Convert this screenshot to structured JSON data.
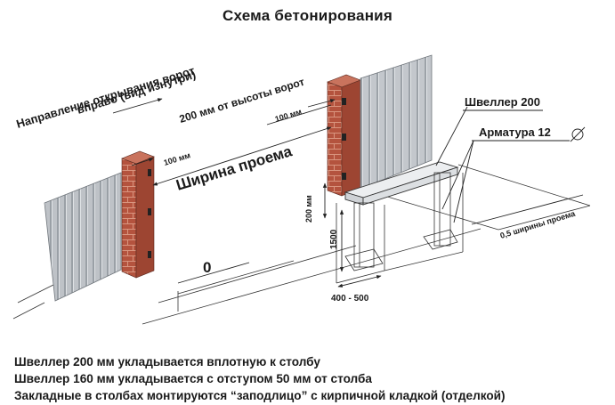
{
  "title": "Схема бетонирования",
  "labels": {
    "direction_line1": "Направление открывания ворот",
    "direction_line2": "вправо (вид изнутри)",
    "from_gate_height": "200 мм от высоты ворот",
    "dim_100_right": "100 мм",
    "dim_100_left": "100 мм",
    "opening_width": "Ширина проема",
    "dim_200_vertical": "200 мм",
    "dim_1500": "1500",
    "dim_400_500": "400 - 500",
    "zero_mark": "0",
    "channel_200": "Швеллер 200",
    "rebar_12": "Арматура 12",
    "half_opening": "0,5 ширины проема"
  },
  "notes": [
    "Швеллер 200 мм укладывается вплотную к столбу",
    "Швеллер 160 мм укладывается с отступом 50 мм от столба",
    "Закладные в столбах монтируются “заподлицо” с кирпичной кладкой (отделкой)"
  ],
  "colors": {
    "brick": "#b4533e",
    "brick_top": "#c9735d",
    "fence": "#bfc3c8",
    "concrete": "#e4e6e9",
    "line": "#222222"
  }
}
